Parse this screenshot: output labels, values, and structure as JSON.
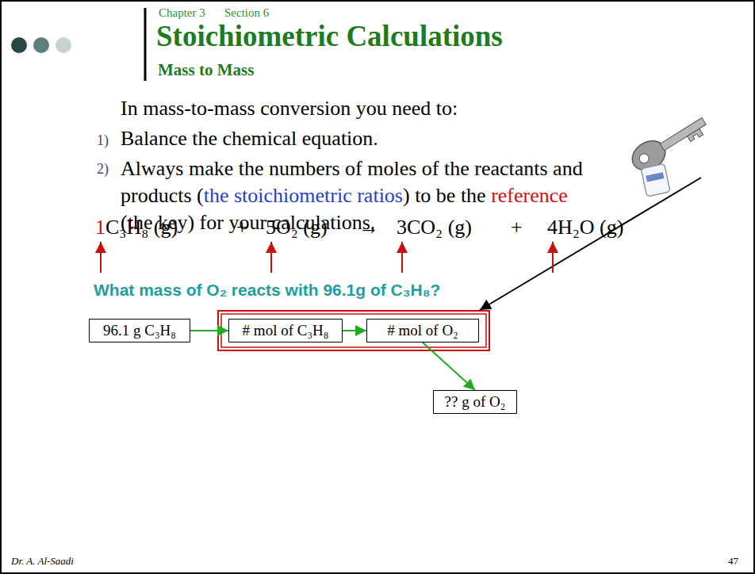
{
  "diagram": {
    "title": "Stoichiometric Calculations",
    "nodes": [
      {
        "text": [
          "96.1 g C₃H₈"
        ]
      },
      {
        "text": [
          "# mol of C₃H₈"
        ]
      },
      {
        "text": [
          "# mol of O₂"
        ]
      },
      {
        "text": [
          "?? g of O₂"
        ]
      }
    ],
    "edges": [
      {
        "from": 0,
        "to": 1,
        "arrow": "to"
      },
      {
        "from": 1,
        "to": 2,
        "arrow": "to"
      },
      {
        "from": 2,
        "to": 3,
        "arrow": "to"
      }
    ],
    "labels": [
      "Chapter 3",
      "Section 6",
      "Mass to Mass",
      "In mass-to-mass conversion you need to:",
      "1)",
      "Balance the chemical equation.",
      "2)",
      "Always make the numbers of moles of the reactants and products (",
      "the stoichiometric ratios",
      ") to be the",
      "reference",
      "(the key) for your calculations.",
      "1",
      "C₃H₈ (g)",
      "+",
      "5O₂ (g)",
      "→",
      "3CO₂ (g)",
      "+",
      "4H₂O (g)",
      "What mass of O₂ reacts with 96.1g of C₃H₈?",
      "Dr. A. Al-Saadi",
      "47"
    ]
  }
}
